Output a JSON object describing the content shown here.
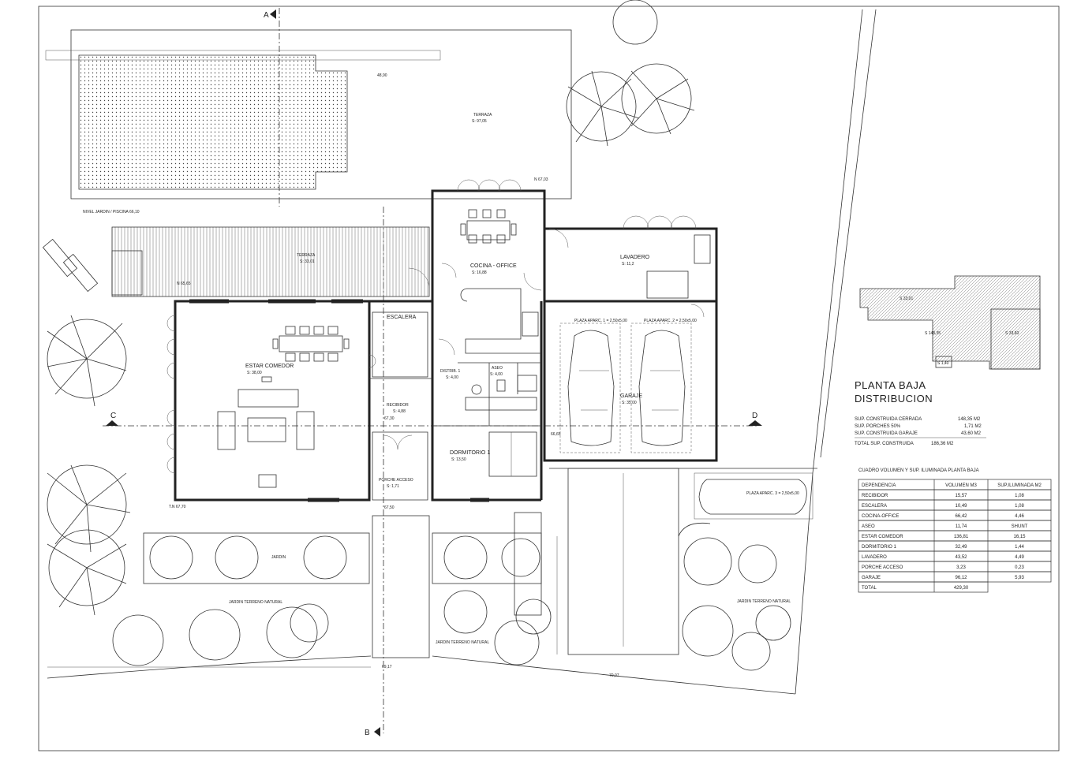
{
  "plan": {
    "title_line1": "PLANTA BAJA",
    "title_line2": "DISTRIBUCION",
    "section_marks": {
      "a": "A",
      "b": "B",
      "c": "C",
      "d": "D"
    },
    "rooms": {
      "terraza_top": "TERRAZA",
      "terraza_top_area": "S: 97,05",
      "terraza_left": "TERRAZA",
      "terraza_left_area": "S: 33,01",
      "cocina": "COCINA - OFFICE",
      "cocina_area": "S: 16,88",
      "lavadero": "LAVADERO",
      "lavadero_area": "S: 11,2",
      "escalera": "ESCALERA",
      "estar": "ESTAR COMEDOR",
      "estar_area": "S: 38,00",
      "distrib": "DISTRIB. 1",
      "distrib_area": "S: 4,00",
      "aseo": "ASEO",
      "aseo_area": "S: 4,00",
      "recibidor": "RECIBIDOR",
      "recibidor_area": "S: 4,88",
      "garaje": "GARAJE",
      "garaje_area": "S: 35,00",
      "dormitorio": "DORMITORIO 1",
      "dormitorio_area": "S: 13,50",
      "porche": "PORCHE ACCESO",
      "porche_area": "S: 1,71",
      "plaza1": "PLAZA APARC. 1 = 2,50x5,00",
      "plaza2": "PLAZA APARC. 2 = 2,50x5,00",
      "plaza3": "PLAZA APARC. 3 = 2,50x5,00",
      "jardin1": "JARDIN",
      "jardin2": "JARDIN TERRENO NATURAL",
      "jardin3": "JARDIN TERRENO NATURAL",
      "jardin4": "JARDIN TERRENO NATURAL"
    },
    "levels": {
      "piscina": "NIVEL JARDIN / PISCINA 66,10",
      "lvl_top": "48,90",
      "lvl_terraza": "N 67,03",
      "lvl_left": "N 65,65",
      "lvl_tn": "T.N 67,70",
      "lvl_porche": "67,50",
      "lvl_access": "67,30",
      "lvl_garaje": "66,65",
      "lvl_b": "69,17",
      "lvl_road": "70,07"
    },
    "mini_labels": {
      "a": "S 33,01",
      "b": "S 148,35",
      "c": "S 33,60",
      "d": "S 1,40"
    }
  },
  "summary": {
    "rows": [
      {
        "label": "SUP. CONSTRUIDA CERRADA",
        "value": "148,35 M2"
      },
      {
        "label": "SUP. PORCHES 50%",
        "value": "1,71 M2"
      },
      {
        "label": "SUP. CONSTRUIDA GARAJE",
        "value": "43,60 M2"
      },
      {
        "label": "TOTAL SUP. CONSTRUIDA",
        "value": "186,36 M2"
      }
    ]
  },
  "table": {
    "caption": "CUADRO VOLUMEN Y SUP. ILUMINADA PLANTA BAJA",
    "headers": [
      "DEPENDENCIA",
      "VOLUMEN M3",
      "SUP.ILUMINADA M2"
    ],
    "rows": [
      [
        "RECIBIDOR",
        "15,57",
        "1,08"
      ],
      [
        "ESCALERA",
        "10,49",
        "1,08"
      ],
      [
        "COCINA-OFFICE",
        "66,42",
        "4,46"
      ],
      [
        "ASEO",
        "11,74",
        "SHUNT"
      ],
      [
        "ESTAR COMEDOR",
        "136,81",
        "16,15"
      ],
      [
        "DORMITORIO 1",
        "32,49",
        "1,44"
      ],
      [
        "LAVADERO",
        "43,52",
        "4,49"
      ],
      [
        "PORCHE ACCESO",
        "3,23",
        "0,23"
      ],
      [
        "GARAJE",
        "96,12",
        "5,93"
      ],
      [
        "TOTAL",
        "429,30",
        ""
      ]
    ]
  }
}
